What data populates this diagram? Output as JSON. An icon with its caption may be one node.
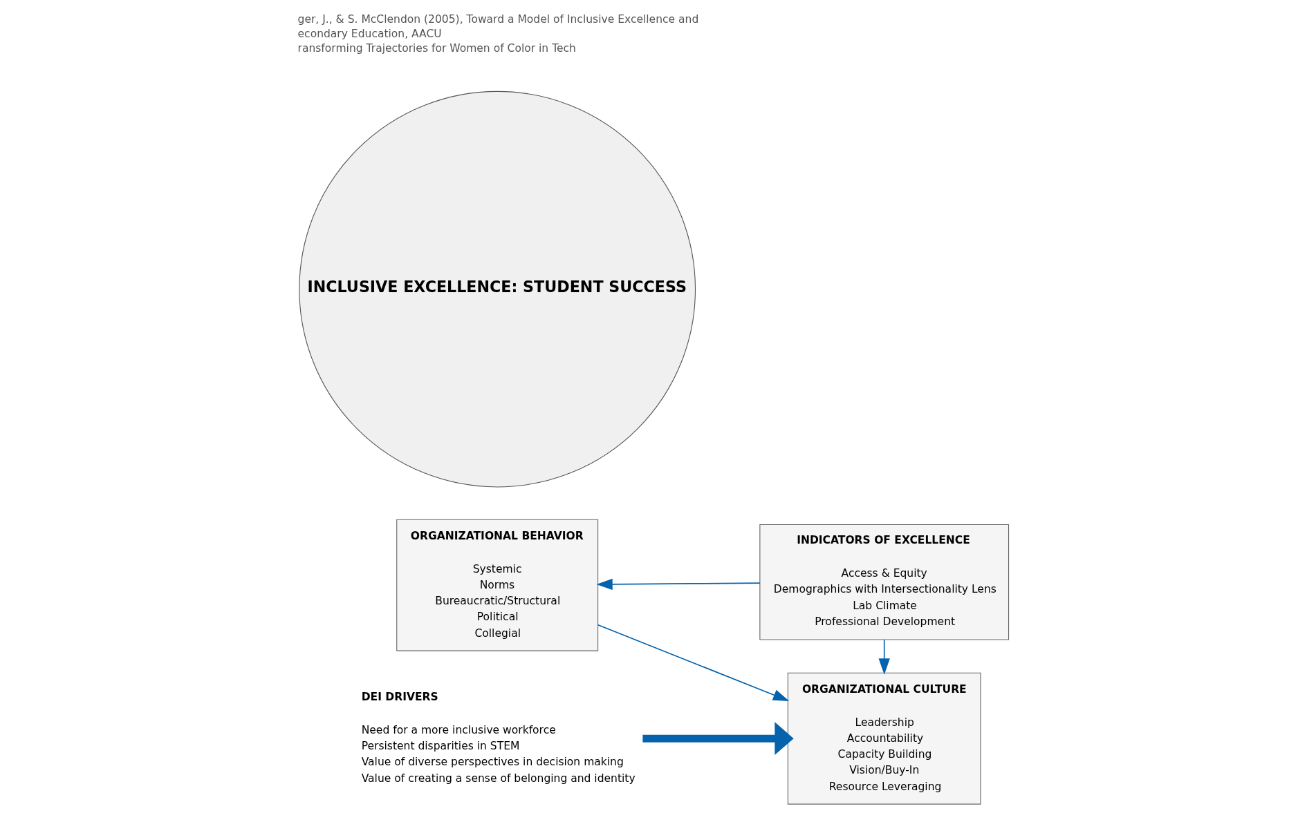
{
  "diagram": {
    "nodes": [
      {
        "text": [
          "DEI DRIVERS",
          "Need for a more inclusive workforce",
          "Persistent disparities in STEM",
          "Value of diverse perspectives in decision making",
          "Value of creating a sense of belonging and identity"
        ]
      },
      {
        "text": [
          "ORGANIZATIONAL CULTURE",
          "Leadership",
          "Accountability",
          "Capacity Building",
          "Vision/Buy-In",
          "Resource Leveraging"
        ]
      },
      {
        "text": [
          "INCLUSIVE EXCELLENCE: STUDENT SUCCESS"
        ]
      },
      {
        "text": [
          "ORGANIZATIONAL BEHAVIOR",
          "Systemic",
          "Norms",
          "Bureaucratic/Structural",
          "Political",
          "Collegial"
        ]
      },
      {
        "text": [
          "INDICATORS OF EXCELLENCE",
          "Access & Equity",
          "Demographics with Intersectionality Lens",
          "Lab Climate",
          "Professional Development"
        ]
      }
    ],
    "edges": [
      {
        "from": 0,
        "to": 1,
        "arrow": "to",
        "style": "thick"
      },
      {
        "from": 3,
        "to": 1,
        "arrow": "to"
      },
      {
        "from": 4,
        "to": 3,
        "arrow": "to"
      },
      {
        "from": 4,
        "to": 1,
        "arrow": "to"
      }
    ],
    "labels": [
      "ger, J., & S. McClendon (2005), Toward a Model of Inclusive Excellence and",
      "econdary Education, AACU",
      "ransforming Trajectories for Women of Color in Tech"
    ]
  }
}
